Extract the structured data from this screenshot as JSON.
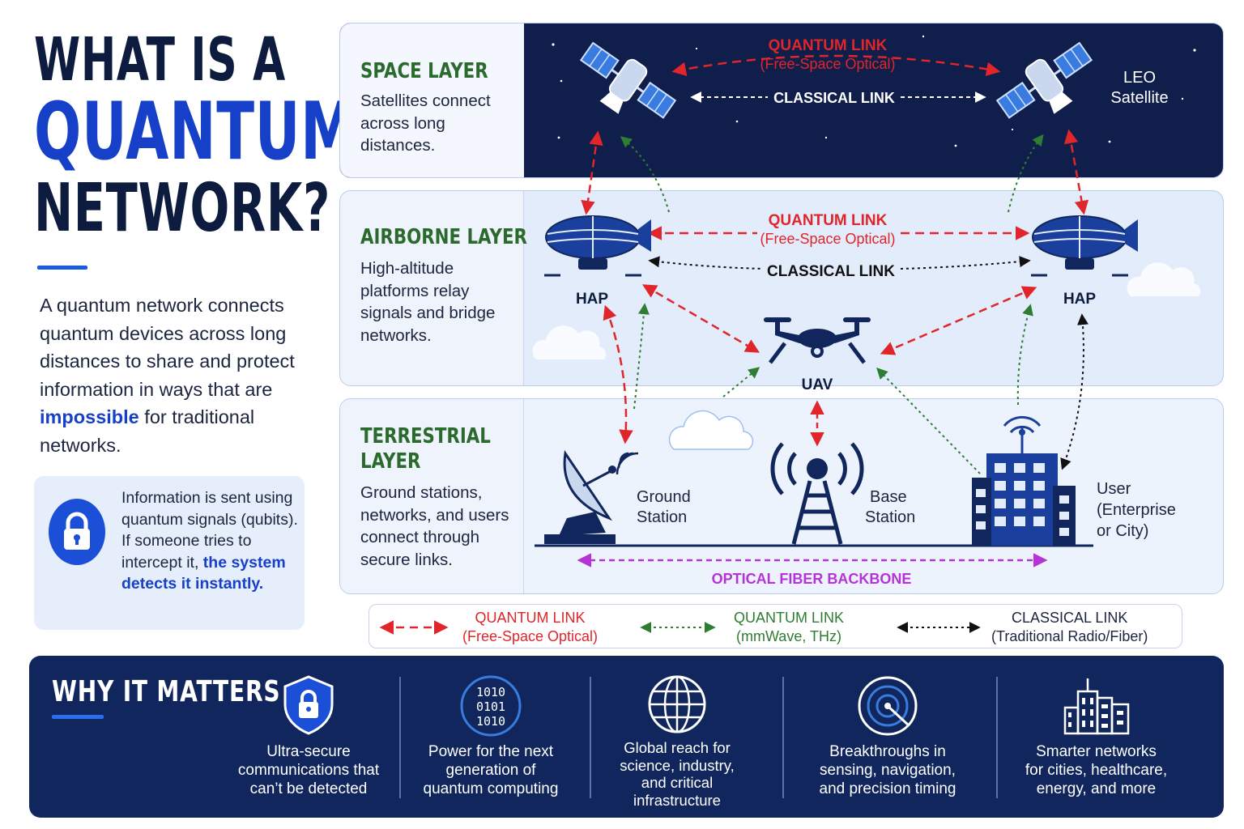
{
  "title": {
    "line1": "WHAT IS A",
    "line2": "QUANTUM",
    "line3": "NETWORK?"
  },
  "intro": {
    "before": "A quantum network connects quantum devices across long distances to share and protect information in ways that are ",
    "highlight": "impossible",
    "after": " for traditional networks."
  },
  "security_note": {
    "text": "Information is sent using quantum signals (qubits). If someone tries to intercept it, ",
    "highlight": "the system detects it instantly."
  },
  "layers": {
    "space": {
      "title": "SPACE LAYER",
      "description": "Satellites connect across long distances."
    },
    "airborne": {
      "title": "AIRBORNE LAYER",
      "description": "High-altitude platforms relay signals and bridge networks."
    },
    "terrestrial": {
      "title_line1": "TERRESTRIAL",
      "title_line2": "LAYER",
      "description": "Ground stations, networks, and users connect through secure links."
    }
  },
  "nodes": {
    "satellite": {
      "line1": "LEO",
      "line2": "Satellite"
    },
    "hap_left": "HAP",
    "hap_right": "HAP",
    "uav": "UAV",
    "ground_station": {
      "line1": "Ground",
      "line2": "Station"
    },
    "base_station": {
      "line1": "Base",
      "line2": "Station"
    },
    "user": {
      "line1": "User",
      "line2": "(Enterprise",
      "line3": "or City)"
    }
  },
  "links": {
    "space_quantum": {
      "line1": "QUANTUM LINK",
      "line2": "(Free-Space Optical)"
    },
    "space_classical": "CLASSICAL LINK",
    "air_quantum": {
      "line1": "QUANTUM LINK",
      "line2": "(Free-Space Optical)"
    },
    "air_classical": "CLASSICAL LINK",
    "fiber": "OPTICAL FIBER BACKBONE"
  },
  "legend": {
    "fso": {
      "line1": "QUANTUM LINK",
      "line2": "(Free-Space Optical)"
    },
    "mmwave": {
      "line1": "QUANTUM LINK",
      "line2": "(mmWave, THz)"
    },
    "classical": {
      "line1": "CLASSICAL LINK",
      "line2": "(Traditional Radio/Fiber)"
    }
  },
  "why": {
    "title": "WHY IT MATTERS",
    "items": [
      {
        "icon": "shield-lock-icon",
        "lines": [
          "Ultra-secure",
          "communications that",
          "can’t be detected"
        ]
      },
      {
        "icon": "binary-chip-icon",
        "binary": [
          "1010",
          "0101",
          "1010"
        ],
        "lines": [
          "Power for the next",
          "generation of",
          "quantum computing"
        ]
      },
      {
        "icon": "globe-icon",
        "lines": [
          "Global reach for",
          "science, industry,",
          "and critical",
          "infrastructure"
        ]
      },
      {
        "icon": "radar-icon",
        "lines": [
          "Breakthroughs in",
          "sensing, navigation,",
          "and precision timing"
        ]
      },
      {
        "icon": "city-icon",
        "lines": [
          "Smarter networks",
          "for cities, healthcare,",
          "energy, and more"
        ]
      }
    ]
  },
  "colors": {
    "quantum_fso": "#e0252b",
    "quantum_mmwave": "#2e7d32",
    "classical": "#111111",
    "fiber": "#b434d6",
    "accent_blue": "#1740c8",
    "navy": "#10265c",
    "layer_title_green": "#2a6a2c"
  }
}
